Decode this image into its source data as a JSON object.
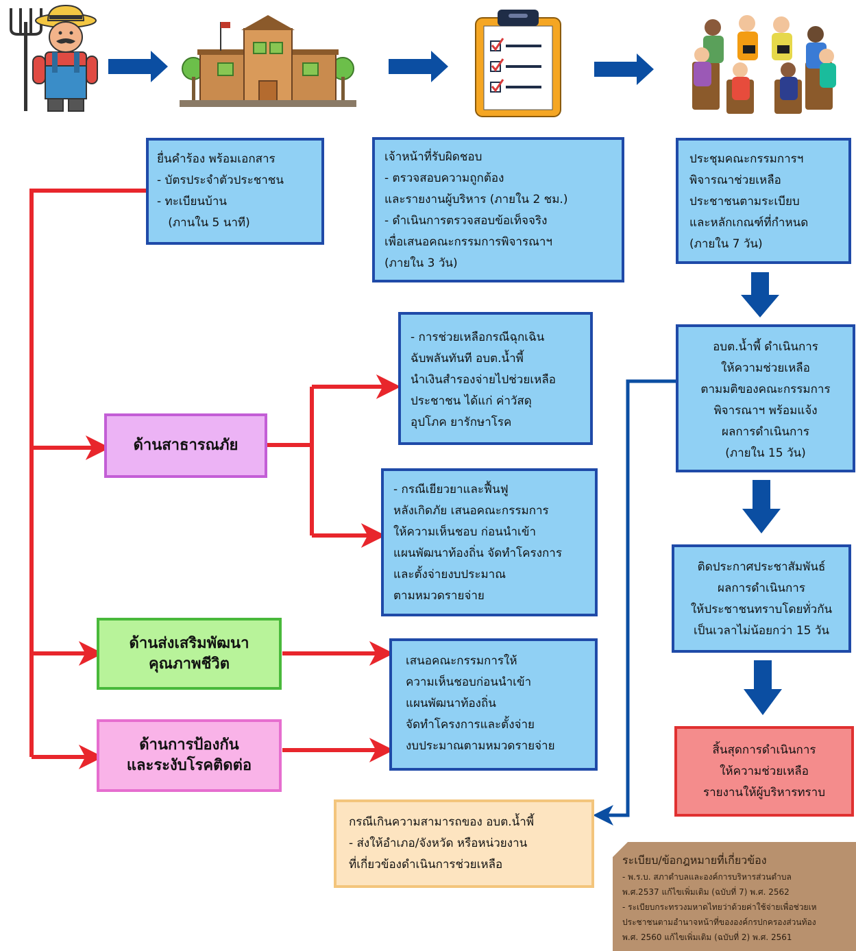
{
  "colors": {
    "box_blue_fill": "#90d0f4",
    "box_blue_border": "#1f4aa8",
    "red_arrow": "#e8262c",
    "blue_arrow": "#0b4ea2",
    "disaster_fill": "#ecb3f5",
    "disaster_border": "#c35ed6",
    "quality_fill": "#b8f39a",
    "quality_border": "#49b93b",
    "disease_fill": "#f9b3e8",
    "disease_border": "#e66ecf",
    "referral_fill": "#fde4c0",
    "referral_border": "#f3c57c",
    "end_fill": "#f48c8c",
    "end_border": "#e03131",
    "legal_fill": "#b8916e"
  },
  "icons": {
    "farmer": "farmer-icon",
    "office": "government-office-icon",
    "checklist": "clipboard-checklist-icon",
    "meeting": "committee-meeting-icon"
  },
  "submit_box": {
    "lines": [
      "ยื่นคำร้อง พร้อมเอกสาร",
      "- บัตรประจำตัวประชาชน",
      "- ทะเบียนบ้าน",
      "   (ภานใน 5 นาที)"
    ]
  },
  "officer_box": {
    "lines": [
      "เจ้าหน้าที่รับผิดชอบ",
      "- ตรวจสอบความถูกต้อง",
      "และรายงานผู้บริหาร (ภายใน 2 ชม.)",
      "- ดำเนินการตรวจสอบข้อเท็จจริง",
      "เพื่อเสนอคณะกรรมการพิจารณาฯ",
      "(ภายใน 3 วัน)"
    ]
  },
  "committee_box": {
    "lines": [
      "ประชุมคณะกรรมการฯ",
      "พิจารณาช่วยเหลือ",
      "ประชาชนตามระเบียบ",
      "และหลักเกณฑ์ที่กำหนด",
      "(ภายใน 7 วัน)"
    ]
  },
  "categories": {
    "disaster": {
      "lines": [
        "ด้านสาธารณภัย"
      ]
    },
    "quality": {
      "lines": [
        "ด้านส่งเสริมพัฒนา",
        "คุณภาพชีวิต"
      ]
    },
    "disease": {
      "lines": [
        "ด้านการป้องกัน",
        "และระงับโรคติดต่อ"
      ]
    }
  },
  "emergency_box": {
    "lines": [
      "- การช่วยเหลือกรณีฉุกเฉิน",
      "ฉับพลันทันที อบต.น้ำพี้",
      "นำเงินสำรองจ่ายไปช่วยเหลือ",
      "ประชาชน ได้แก่ ค่าวัสดุ",
      "อุปโภค ยารักษาโรค"
    ]
  },
  "rehab_box": {
    "lines": [
      "- กรณีเยียวยาและฟื้นฟู",
      "หลังเกิดภัย เสนอคณะกรรมการ",
      "ให้ความเห็นชอบ ก่อนนำเข้า",
      "แผนพัฒนาท้องถิ่น จัดทำโครงการ",
      "และตั้งจ่ายงบประมาณ",
      "ตามหมวดรายจ่าย"
    ]
  },
  "propose_box": {
    "lines": [
      "เสนอคณะกรรมการให้",
      "ความเห็นชอบก่อนนำเข้า",
      "แผนพัฒนาท้องถิ่น",
      "จัดทำโครงการและตั้งจ่าย",
      "งบประมาณตามหมวดรายจ่าย"
    ]
  },
  "execute_box": {
    "lines": [
      "อบต.น้ำพี้ ดำเนินการ",
      "ให้ความช่วยเหลือ",
      "ตามมติของคณะกรรมการ",
      "พิจารณาฯ พร้อมแจ้ง",
      "ผลการดำเนินการ",
      "(ภายใน 15 วัน)"
    ]
  },
  "announce_box": {
    "lines": [
      "ติดประกาศประชาสัมพันธ์",
      "ผลการดำเนินการ",
      "ให้ประชาชนทราบโดยทั่วกัน",
      "เป็นเวลาไม่น้อยกว่า 15 วัน"
    ]
  },
  "end_box": {
    "lines": [
      "สิ้นสุดการดำเนินการ",
      "ให้ความช่วยเหลือ",
      "รายงานให้ผู้บริหารทราบ"
    ]
  },
  "referral_box": {
    "lines": [
      "กรณีเกินความสามารถของ อบต.น้ำพี้",
      "- ส่งให้อำเภอ/จังหวัด หรือหน่วยงาน",
      "ที่เกี่ยวข้องดำเนินการช่วยเหลือ"
    ]
  },
  "legal_box": {
    "title": "ระเบียบ/ข้อกฎหมายที่เกี่ยวข้อง",
    "items": [
      "- พ.ร.บ. สภาตำบลและองค์การบริหารส่วนตำบล",
      "พ.ศ.2537 แก้ไขเพิ่มเติม (ฉบับที่ 7) พ.ศ. 2562",
      "- ระเบียบกระทรวงมหาดไทยว่าด้วยค่าใช้จ่ายเพื่อช่วยเห",
      "ประชาชนตามอำนาจหน้าที่ขององค์กรปกครองส่วนท้อง",
      "พ.ศ. 2560 แก้ไขเพิ่มเติม (ฉบับที่ 2) พ.ศ. 2561"
    ]
  }
}
